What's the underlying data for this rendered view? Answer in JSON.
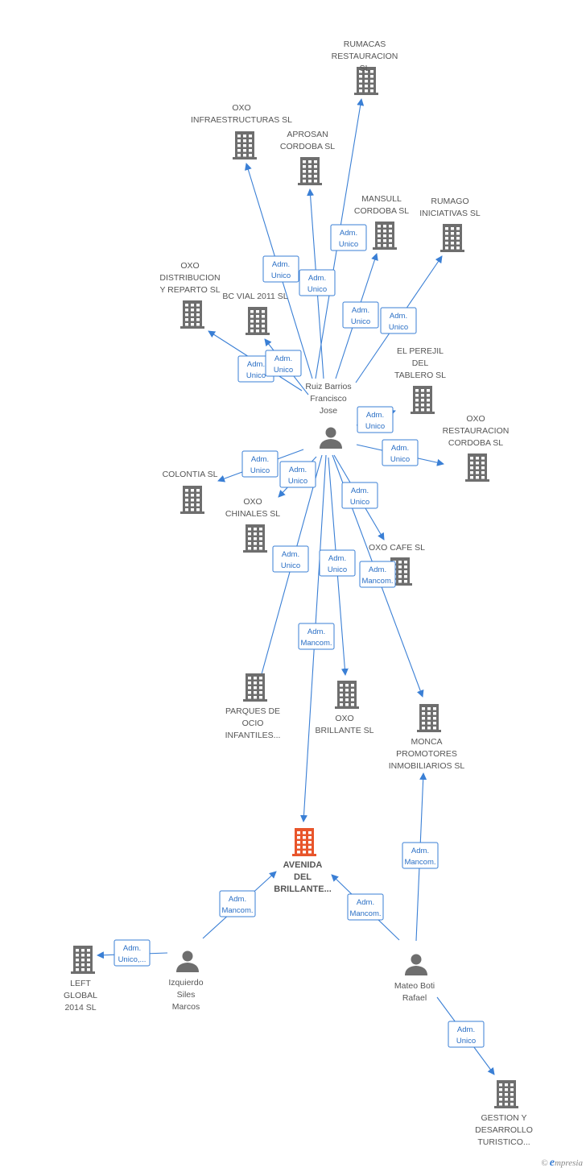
{
  "colors": {
    "edge": "#3a7fd5",
    "building": "#6e6e6e",
    "person": "#6e6e6e",
    "main_building": "#e8552b"
  },
  "nodes": [
    {
      "id": "rumacas",
      "kind": "company",
      "lines": [
        "RUMACAS",
        "RESTAURACION",
        "SL"
      ]
    },
    {
      "id": "oxo-infra",
      "kind": "company",
      "lines": [
        "OXO",
        "INFRAESTRUCTURAS SL"
      ]
    },
    {
      "id": "aprosan",
      "kind": "company",
      "lines": [
        "APROSAN",
        "CORDOBA SL"
      ]
    },
    {
      "id": "mansull",
      "kind": "company",
      "lines": [
        "MANSULL",
        "CORDOBA SL"
      ]
    },
    {
      "id": "rumago",
      "kind": "company",
      "lines": [
        "RUMAGO",
        "INICIATIVAS SL"
      ]
    },
    {
      "id": "oxo-distrib",
      "kind": "company",
      "lines": [
        "OXO",
        "DISTRIBUCION",
        "Y REPARTO SL"
      ]
    },
    {
      "id": "bc-vial",
      "kind": "company",
      "lines": [
        "BC VIAL 2011 SL"
      ]
    },
    {
      "id": "el-perejil",
      "kind": "company",
      "lines": [
        "EL PEREJIL",
        "DEL",
        "TABLERO SL"
      ]
    },
    {
      "id": "ruiz",
      "kind": "person",
      "lines": [
        "Ruiz Barrios",
        "Francisco",
        "Jose"
      ]
    },
    {
      "id": "oxo-rest",
      "kind": "company",
      "lines": [
        "OXO",
        "RESTAURACION",
        "CORDOBA SL"
      ]
    },
    {
      "id": "colontia",
      "kind": "company",
      "lines": [
        "COLONTIA SL"
      ]
    },
    {
      "id": "oxo-chinales",
      "kind": "company",
      "lines": [
        "OXO",
        "CHINALES SL"
      ]
    },
    {
      "id": "oxo-cafe",
      "kind": "company",
      "lines": [
        "OXO CAFE SL"
      ]
    },
    {
      "id": "parques",
      "kind": "company",
      "lines": [
        "PARQUES DE",
        "OCIO",
        "INFANTILES..."
      ]
    },
    {
      "id": "oxo-brillante",
      "kind": "company",
      "lines": [
        "OXO",
        "BRILLANTE SL"
      ]
    },
    {
      "id": "monca",
      "kind": "company",
      "lines": [
        "MONCA",
        "PROMOTORES",
        "INMOBILIARIOS SL"
      ]
    },
    {
      "id": "avenida",
      "kind": "main",
      "lines": [
        "AVENIDA",
        "DEL",
        "BRILLANTE..."
      ]
    },
    {
      "id": "left-global",
      "kind": "company",
      "lines": [
        "LEFT",
        "GLOBAL",
        "2014  SL"
      ]
    },
    {
      "id": "izquierdo",
      "kind": "person",
      "lines": [
        "Izquierdo",
        "Siles",
        "Marcos"
      ]
    },
    {
      "id": "mateo",
      "kind": "person",
      "lines": [
        "Mateo Boti",
        "Rafael"
      ]
    },
    {
      "id": "gestion",
      "kind": "company",
      "lines": [
        "GESTION Y",
        "DESARROLLO",
        "TURISTICO..."
      ]
    }
  ],
  "edges": [
    {
      "from": "ruiz",
      "to": "rumacas",
      "label": [
        "Adm.",
        "Unico"
      ]
    },
    {
      "from": "ruiz",
      "to": "oxo-infra",
      "label": [
        "Adm.",
        "Unico"
      ]
    },
    {
      "from": "ruiz",
      "to": "aprosan",
      "label": [
        "Adm.",
        "Unico"
      ]
    },
    {
      "from": "ruiz",
      "to": "mansull",
      "label": [
        "Adm.",
        "Unico"
      ]
    },
    {
      "from": "ruiz",
      "to": "rumago",
      "label": [
        "Adm.",
        "Unico"
      ]
    },
    {
      "from": "ruiz",
      "to": "oxo-distrib",
      "label": [
        "Adm.",
        "Unico"
      ]
    },
    {
      "from": "ruiz",
      "to": "bc-vial",
      "label": [
        "Adm.",
        "Unico"
      ]
    },
    {
      "from": "ruiz",
      "to": "el-perejil",
      "label": [
        "Adm.",
        "Unico"
      ]
    },
    {
      "from": "ruiz",
      "to": "oxo-rest",
      "label": [
        "Adm.",
        "Unico"
      ]
    },
    {
      "from": "ruiz",
      "to": "colontia",
      "label": [
        "Adm.",
        "Unico"
      ]
    },
    {
      "from": "ruiz",
      "to": "oxo-chinales",
      "label": [
        "Adm.",
        "Unico"
      ]
    },
    {
      "from": "ruiz",
      "to": "oxo-cafe",
      "label": [
        "Adm.",
        "Unico"
      ]
    },
    {
      "from": "ruiz",
      "to": "parques",
      "label": [
        "Adm.",
        "Unico"
      ]
    },
    {
      "from": "ruiz",
      "to": "oxo-brillante",
      "label": [
        "Adm.",
        "Unico"
      ]
    },
    {
      "from": "ruiz",
      "to": "monca",
      "label": [
        "Adm.",
        "Mancom."
      ]
    },
    {
      "from": "ruiz",
      "to": "avenida",
      "label": [
        "Adm.",
        "Mancom."
      ]
    },
    {
      "from": "izquierdo",
      "to": "avenida",
      "label": [
        "Adm.",
        "Mancom."
      ]
    },
    {
      "from": "izquierdo",
      "to": "left-global",
      "label": [
        "Adm.",
        "Unico,..."
      ]
    },
    {
      "from": "mateo",
      "to": "avenida",
      "label": [
        "Adm.",
        "Mancom."
      ]
    },
    {
      "from": "mateo",
      "to": "monca",
      "label": [
        "Adm.",
        "Mancom."
      ]
    },
    {
      "from": "mateo",
      "to": "gestion",
      "label": [
        "Adm.",
        "Unico"
      ]
    }
  ],
  "footer": {
    "copyright": "©",
    "brand_initial": "e",
    "brand_rest": "mpresia"
  }
}
